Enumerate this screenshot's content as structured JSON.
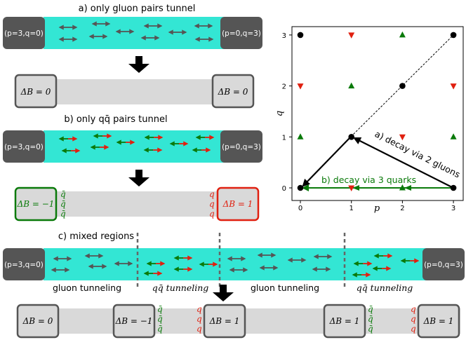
{
  "colors": {
    "tube": "#33e6d4",
    "cap": "#555555",
    "gray_bar": "#d9d9d9",
    "box_border": "#555555",
    "green": "#0a7a0a",
    "red": "#e02010",
    "gluon_arrow": "#555555"
  },
  "panel_a": {
    "title": "a) only gluon pairs tunnel",
    "left_cap": "(p=3,q=0)",
    "right_cap": "(p=0,q=3)",
    "box_left": "ΔB = 0",
    "box_right": "ΔB = 0"
  },
  "panel_b": {
    "title": "b) only qq̄ pairs tunnel",
    "left_cap": "(p=3,q=0)",
    "right_cap": "(p=0,q=3)",
    "box_left": "ΔB = −1",
    "box_right": "ΔB = 1",
    "qbar": "q̄",
    "q": "q"
  },
  "panel_c": {
    "title": "c) mixed regions",
    "left_cap": "(p=3,q=0)",
    "right_cap": "(p=0,q=3)",
    "region_labels": [
      "gluon tunneling",
      "qq̄ tunneling",
      "gluon tunneling",
      "qq̄ tunneling"
    ],
    "boxes": [
      "ΔB = 0",
      "ΔB = −1",
      "ΔB = 1",
      "ΔB = 1",
      "ΔB = 1"
    ],
    "qbar": "q̄",
    "q": "q"
  },
  "plot": {
    "xlabel": "p",
    "ylabel": "q",
    "xticks": [
      "0",
      "1",
      "2",
      "3"
    ],
    "yticks": [
      "0",
      "1",
      "2",
      "3"
    ],
    "annot_a": "a) decay via 2 gluons",
    "annot_b": "b) decay via 3 quarks"
  }
}
